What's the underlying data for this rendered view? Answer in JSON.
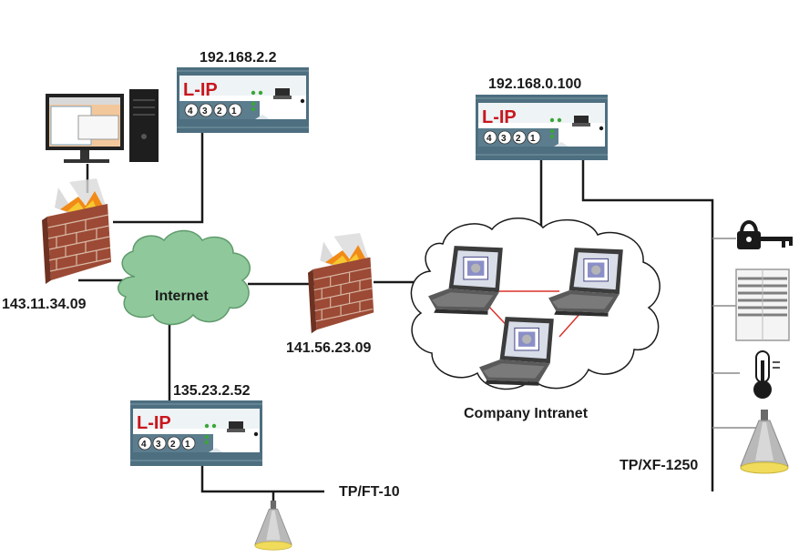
{
  "devices": {
    "lip_top": {
      "ip": "192.168.2.2",
      "brand": "L-IP",
      "ports": [
        "4",
        "3",
        "2",
        "1"
      ]
    },
    "lip_right": {
      "ip": "192.168.0.100",
      "brand": "L-IP",
      "ports": [
        "4",
        "3",
        "2",
        "1"
      ]
    },
    "lip_bottom": {
      "ip": "135.23.2.52",
      "brand": "L-IP",
      "ports": [
        "4",
        "3",
        "2",
        "1"
      ]
    }
  },
  "firewalls": {
    "left": {
      "ip": "143.11.34.09"
    },
    "middle": {
      "ip": "141.56.23.09"
    }
  },
  "clouds": {
    "internet": {
      "label": "Internet"
    },
    "intranet": {
      "label": "Company Intranet"
    }
  },
  "buses": {
    "tpft": {
      "label": "TP/FT-10"
    },
    "tpxf": {
      "label": "TP/XF-1250"
    }
  },
  "colors": {
    "lip_body": "#4d6f80",
    "lip_face": "#ffffff",
    "lip_brand": "#c8171e",
    "internet_cloud": "#8fc99b",
    "brick": "#9c4a35",
    "flame": "#f28a18",
    "intranet_link": "#d9342b"
  }
}
